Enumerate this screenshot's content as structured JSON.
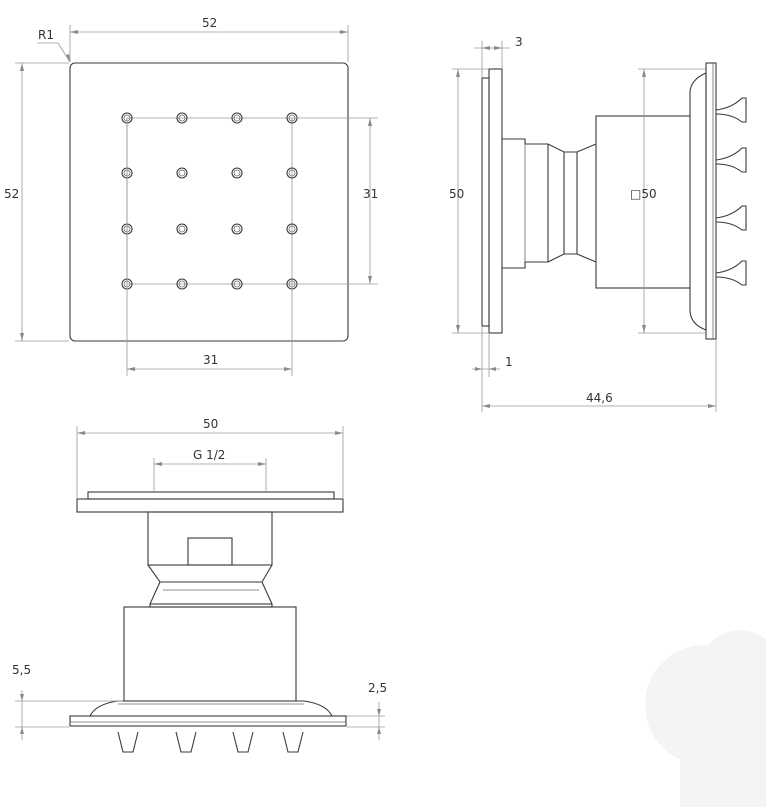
{
  "labels": {
    "radius": "R1",
    "front_width": "52",
    "front_height": "52",
    "grid_height": "31",
    "grid_width": "31",
    "side_flange": "3",
    "side_height": "50",
    "side_square": "□50",
    "side_offset": "1",
    "side_length": "44,6",
    "bottom_width": "50",
    "thread": "G 1/2",
    "bottom_left_dim": "5,5",
    "bottom_right_dim": "2,5"
  },
  "colors": {
    "outline": "#3a3a3a",
    "dimension": "#9a9a9a",
    "text": "#333333"
  }
}
